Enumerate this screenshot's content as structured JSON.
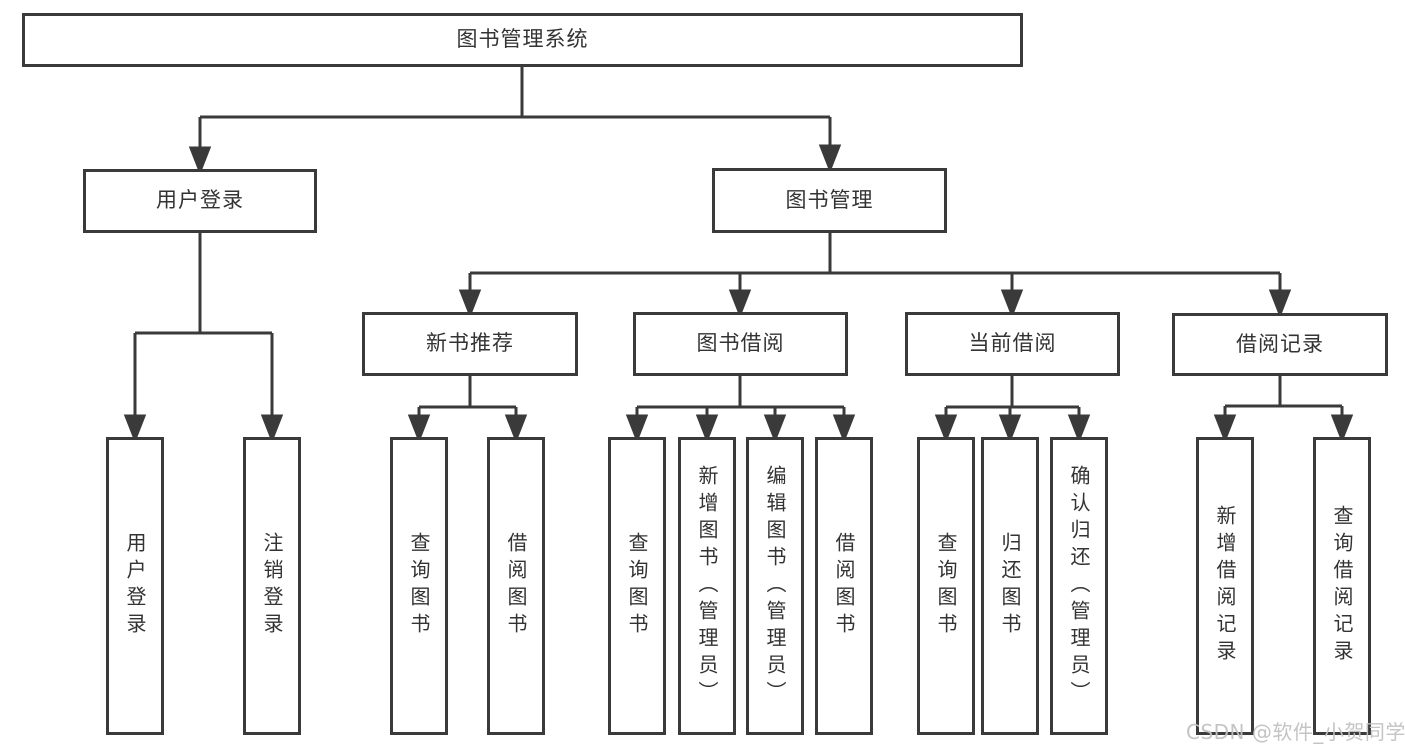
{
  "diagram": {
    "root": {
      "label": "图书管理系统"
    },
    "branches": [
      {
        "label": "用户登录",
        "children": [
          {
            "label": "用户登录"
          },
          {
            "label": "注销登录"
          }
        ]
      },
      {
        "label": "图书管理",
        "children": [
          {
            "label": "新书推荐",
            "children": [
              {
                "label": "查询图书"
              },
              {
                "label": "借阅图书"
              }
            ]
          },
          {
            "label": "图书借阅",
            "children": [
              {
                "label": "查询图书"
              },
              {
                "label": "新增图书（管理员）"
              },
              {
                "label": "编辑图书（管理员）"
              },
              {
                "label": "借阅图书"
              }
            ]
          },
          {
            "label": "当前借阅",
            "children": [
              {
                "label": "查询图书"
              },
              {
                "label": "归还图书"
              },
              {
                "label": "确认归还（管理员）"
              }
            ]
          },
          {
            "label": "借阅记录",
            "children": [
              {
                "label": "新增借阅记录"
              },
              {
                "label": "查询借阅记录"
              }
            ]
          }
        ]
      }
    ]
  },
  "watermark": {
    "text": "CSDN @软件_小贺同学"
  },
  "colors": {
    "line": "#3a3a3a",
    "text": "#333333",
    "box_background": "#ffffff",
    "watermark": "#c1c1c1",
    "background": "#ffffff"
  }
}
